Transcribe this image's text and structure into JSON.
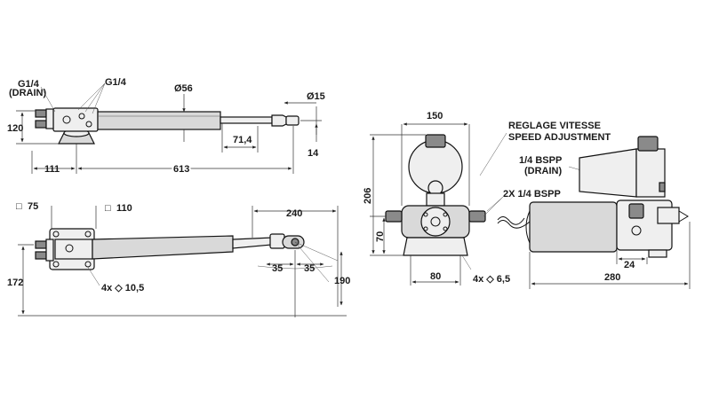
{
  "views": {
    "side_view": {
      "label_g14_drain_1": "G1/4",
      "label_g14_drain_2": "(DRAIN)",
      "label_g14": "G1/4",
      "dim_diameter_body": "Ø56",
      "dim_diameter_rod": "Ø15",
      "dim_height": "120",
      "dim_71_4": "71,4",
      "dim_14": "14",
      "dim_111": "111",
      "dim_613": "613"
    },
    "top_view": {
      "dim_75": "75",
      "dim_110": "110",
      "dim_240": "240",
      "dim_172": "172",
      "dim_190": "190",
      "dim_35_left": "35",
      "dim_35_right": "35",
      "dim_holes": "4x ◇ 10,5"
    },
    "pump_front": {
      "dim_150": "150",
      "dim_206": "206",
      "dim_70": "70",
      "dim_80": "80",
      "dim_holes": "4x ◇ 6,5"
    },
    "pump_side": {
      "label_reglage": "REGLAGE VITESSE",
      "label_speed": "SPEED ADJUSTMENT",
      "label_bspp_drain_1": "1/4 BSPP",
      "label_bspp_drain_2": "(DRAIN)",
      "label_2x_bspp": "2X 1/4 BSPP",
      "dim_24": "24",
      "dim_280": "280"
    }
  },
  "square_symbol": "□"
}
